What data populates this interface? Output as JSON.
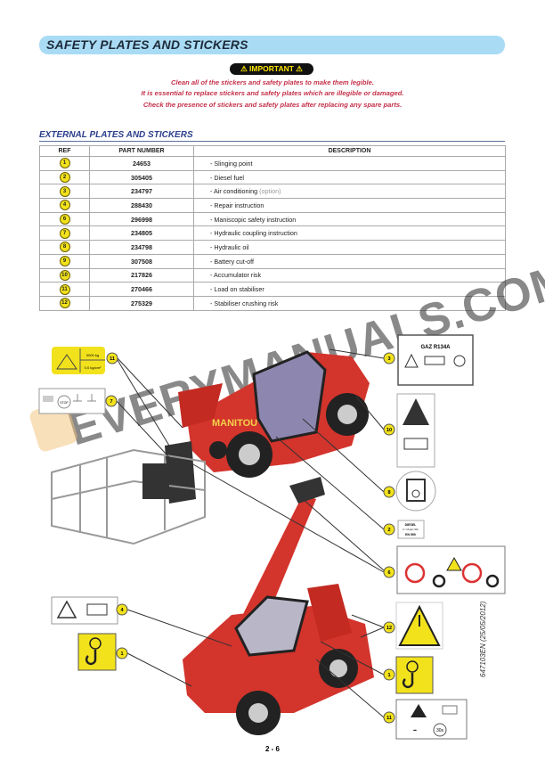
{
  "header": {
    "title": "SAFETY PLATES AND STICKERS"
  },
  "important": {
    "label": "⚠ IMPORTANT ⚠",
    "lines": [
      "Clean all of the stickers and safety plates to make them legible.",
      "It is essential to replace stickers and safety plates which are illegible or damaged.",
      "Check the presence of stickers and safety plates after replacing any spare parts."
    ]
  },
  "section": {
    "title": "EXTERNAL PLATES AND STICKERS"
  },
  "table": {
    "headers": [
      "REF",
      "PART NUMBER",
      "DESCRIPTION"
    ],
    "rows": [
      {
        "ref": "1",
        "part": "24653",
        "desc": "- Slinging point",
        "opt": ""
      },
      {
        "ref": "2",
        "part": "305405",
        "desc": "- Diesel fuel",
        "opt": ""
      },
      {
        "ref": "3",
        "part": "234797",
        "desc": "- Air conditioning",
        "opt": "(option)"
      },
      {
        "ref": "4",
        "part": "288430",
        "desc": "- Repair instruction",
        "opt": ""
      },
      {
        "ref": "6",
        "part": "296998",
        "desc": "- Maniscopic safety instruction",
        "opt": ""
      },
      {
        "ref": "7",
        "part": "234805",
        "desc": "- Hydraulic coupling instruction",
        "opt": ""
      },
      {
        "ref": "8",
        "part": "234798",
        "desc": "- Hydraulic oil",
        "opt": ""
      },
      {
        "ref": "9",
        "part": "307508",
        "desc": "- Battery cut-off",
        "opt": ""
      },
      {
        "ref": "10",
        "part": "217826",
        "desc": "- Accumulator risk",
        "opt": ""
      },
      {
        "ref": "11",
        "part": "270466",
        "desc": "- Load on stabiliser",
        "opt": ""
      },
      {
        "ref": "12",
        "part": "275329",
        "desc": "- Stabiliser crushing risk",
        "opt": ""
      }
    ]
  },
  "diagram": {
    "callouts": [
      "3",
      "10",
      "8",
      "2",
      "6",
      "12",
      "1",
      "11",
      "11",
      "7",
      "4",
      "1"
    ],
    "sticker_texts": {
      "gaz": "GAZ R134A",
      "diesel1": "DIESEL",
      "diesel2": "0 < 10 ppm Sfur",
      "diesel3": "EN 590",
      "load1": "0000 kg",
      "load2": "0,0 kg/cm²",
      "timer": "30s",
      "stop": "STOP"
    },
    "machine_brand": "MANITOU"
  },
  "watermark": "EVERYMANUALS.COM",
  "footer": {
    "page": "2 - 6",
    "doc_ref": "647103EN (25/05/2012)"
  }
}
